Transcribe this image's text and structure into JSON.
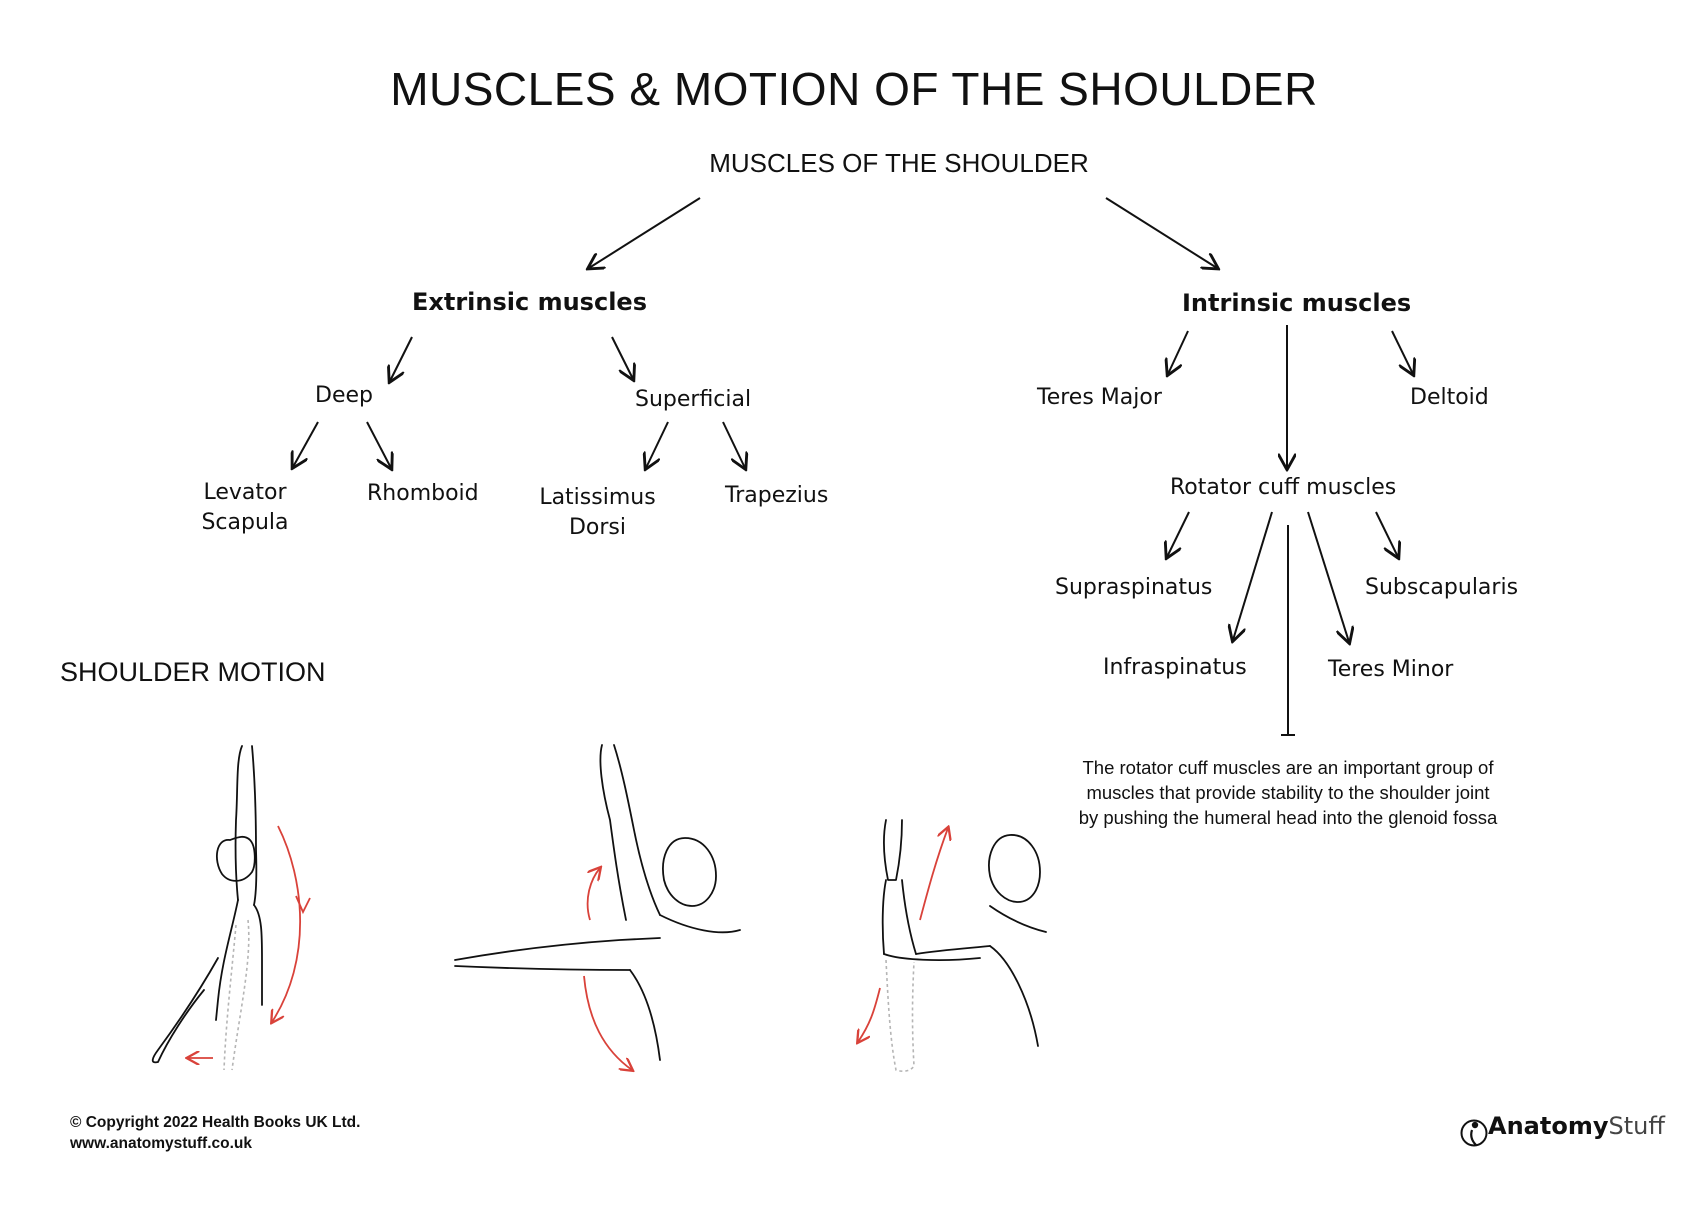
{
  "title": "MUSCLES & MOTION OF THE SHOULDER",
  "subtitle": "MUSCLES OF THE SHOULDER",
  "extrinsic": {
    "label": "Extrinsic muscles",
    "deep": {
      "label": "Deep",
      "children": [
        "Levator Scapula",
        "Rhomboid"
      ]
    },
    "superficial": {
      "label": "Superficial",
      "children": [
        "Latissimus Dorsi",
        "Trapezius"
      ]
    }
  },
  "intrinsic": {
    "label": "Intrinsic muscles",
    "teres_major": "Teres Major",
    "deltoid": "Deltoid",
    "rotator_cuff": {
      "label": "Rotator cuff muscles",
      "children": [
        "Supraspinatus",
        "Infraspinatus",
        "Teres Minor",
        "Subscapularis"
      ]
    }
  },
  "note": "The rotator cuff muscles are an important group of muscles that provide stability to the shoulder joint by pushing the humeral head into the glenoid fossa",
  "motion_title": "SHOULDER MOTION",
  "footer": {
    "copyright": "© Copyright 2022 Health Books UK Ltd.",
    "website": "www.anatomystuff.co.uk"
  },
  "brand": {
    "part1": "Anatomy",
    "part2": "Stuff"
  },
  "colors": {
    "ink": "#111111",
    "motion_arrow": "#d9423a",
    "ghost_limb": "#b5b5b5"
  }
}
